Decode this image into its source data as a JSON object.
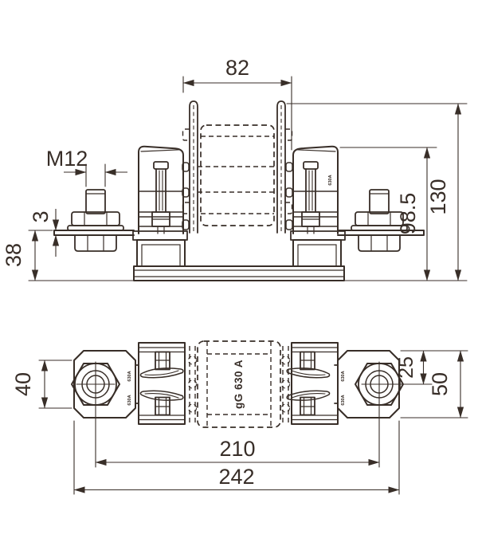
{
  "drawing": {
    "ink_color": "#382e28",
    "background_color": "#ffffff",
    "front_view": {
      "dim_contact_width": "82",
      "dim_stud_thread": "M12",
      "dim_plate_thickness": "3",
      "dim_base_height": "38",
      "dim_clip_top_height": "98.5",
      "dim_overall_height": "130",
      "holder_marking": "630A"
    },
    "plan_view": {
      "dim_pad_flat_width": "40",
      "dim_center_offset": "25",
      "dim_pad_width": "50",
      "dim_terminal_spacing": "210",
      "dim_overall_length": "242",
      "fuse_rating_label": "gG 630 A",
      "holder_marking_left_upper": "630A",
      "holder_marking_left_lower": "630A",
      "holder_marking_right_upper": "630A",
      "holder_marking_right_lower": "630A"
    }
  }
}
